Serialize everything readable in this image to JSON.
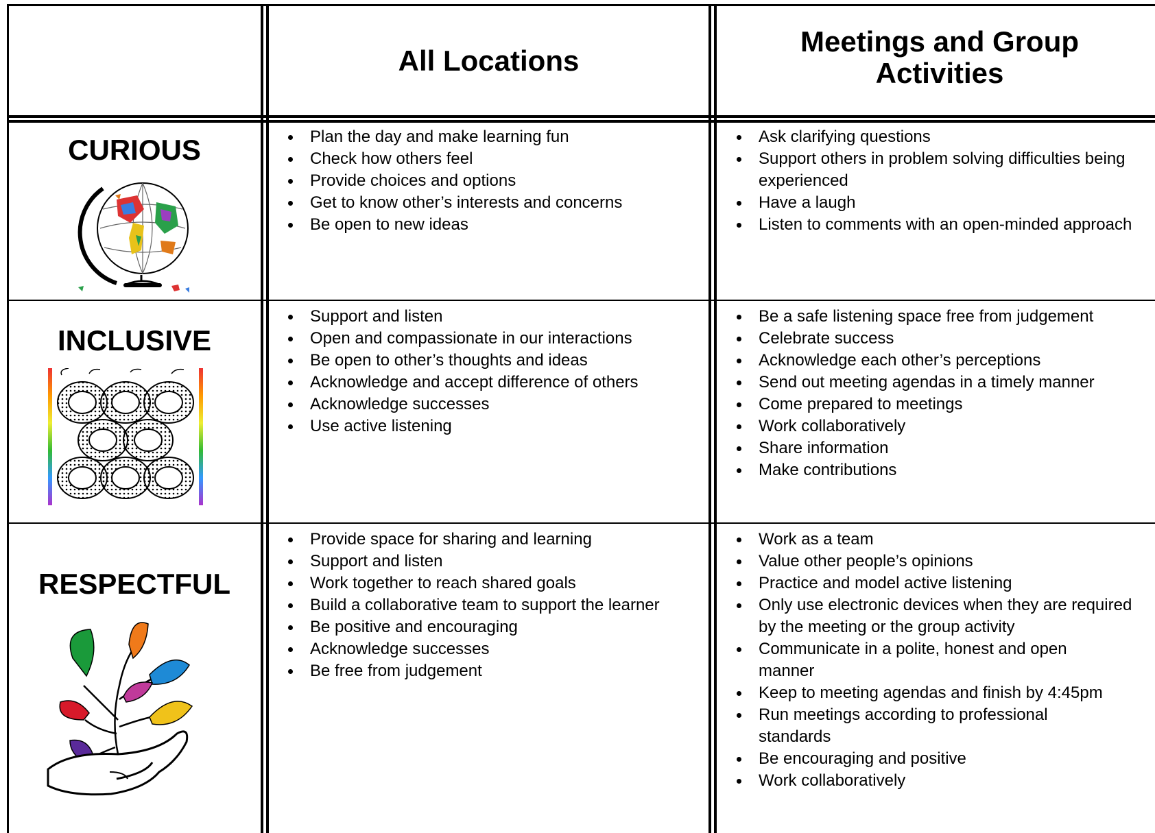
{
  "headers": {
    "col1": "",
    "col2": "All Locations",
    "col3": "Meetings and Group Activities"
  },
  "rows": [
    {
      "value": "CURIOUS",
      "icon": "globe-illustration",
      "all_locations": [
        "Plan the day and make learning fun",
        "Check how others feel",
        "Provide choices and options",
        "Get to know other’s interests and concerns",
        "Be open to new ideas"
      ],
      "meetings": [
        "Ask clarifying questions",
        "Support others in problem solving difficulties being experienced",
        "Have a laugh",
        "Listen to comments with an open-minded approach"
      ]
    },
    {
      "value": "INCLUSIVE",
      "icon": "interlinked-chains-illustration",
      "all_locations": [
        "Support and listen",
        "Open and compassionate in our interactions",
        "Be open to other’s thoughts and ideas",
        "Acknowledge and accept difference of others",
        "Acknowledge successes",
        "Use active listening"
      ],
      "meetings": [
        "Be a safe listening space free from judgement",
        "Celebrate success",
        "Acknowledge each other’s perceptions",
        "Send out meeting agendas in a timely manner",
        "Come prepared to meetings",
        "Work collaboratively",
        "Share information",
        "Make contributions"
      ]
    },
    {
      "value": "RESPECTFUL",
      "icon": "hand-holding-plant-illustration",
      "all_locations": [
        "Provide space for sharing and learning",
        "Support and listen",
        "Work together to reach shared goals",
        "Build a collaborative team to support the learner",
        "Be positive and encouraging",
        "Acknowledge successes",
        "Be free from judgement"
      ],
      "meetings": [
        "Work as a team",
        "Value other people’s opinions",
        "Practice and model active listening",
        "Only use electronic devices when they are required by the meeting or the group activity",
        "Communicate in a polite, honest and open manner",
        "Keep to meeting agendas and finish by 4:45pm",
        "Run meetings according to professional standards",
        "Be encouraging and positive",
        "Work collaboratively"
      ]
    }
  ]
}
